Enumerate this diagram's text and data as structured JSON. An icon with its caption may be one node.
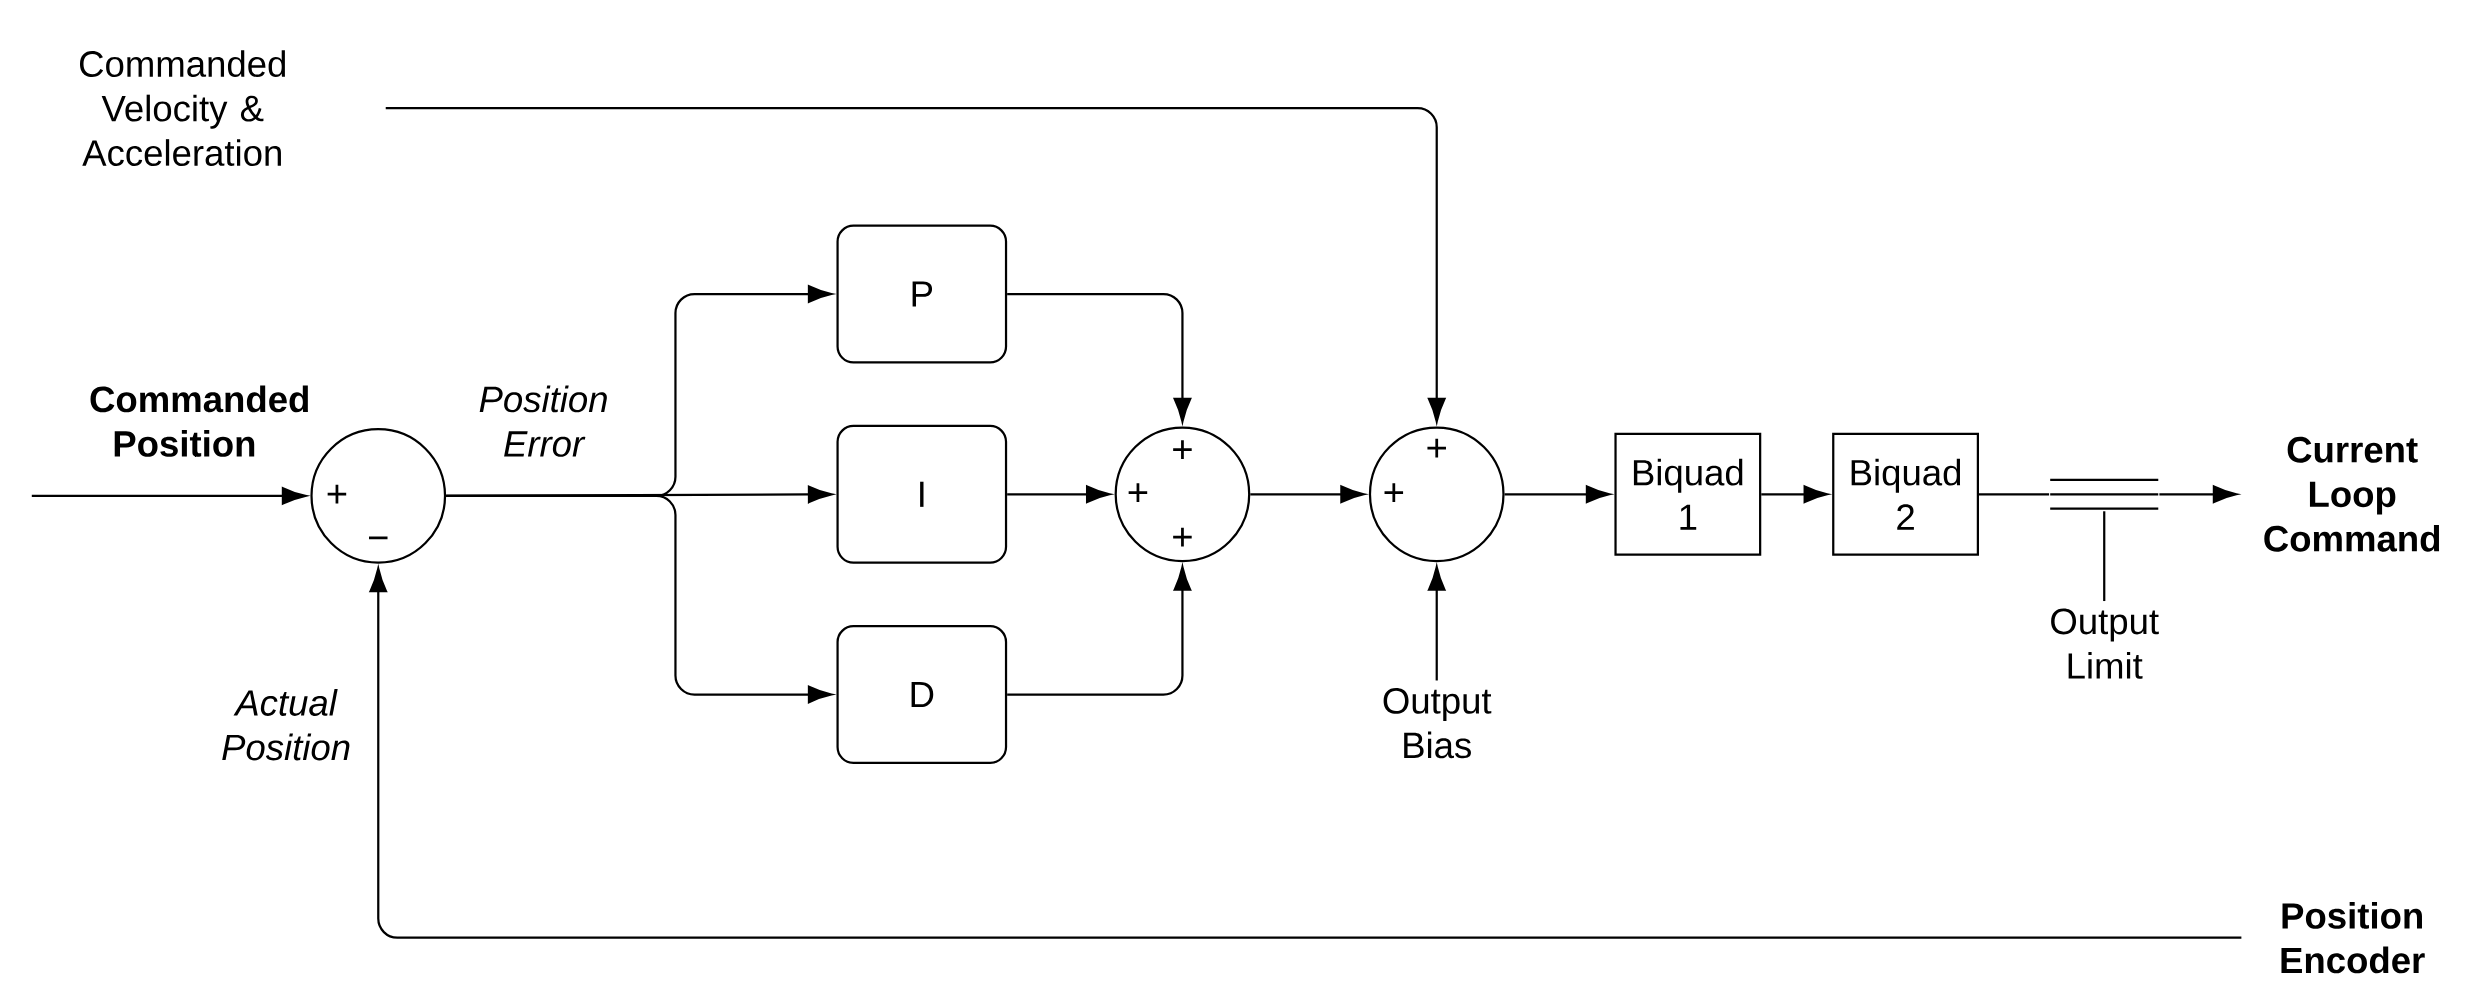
{
  "diagram": {
    "nodes": [
      {
        "text": [
          "Commanded Velocity & Acceleration"
        ]
      },
      {
        "text": [
          "+",
          "−"
        ]
      },
      {
        "text": [
          "P"
        ]
      },
      {
        "text": [
          "I"
        ]
      },
      {
        "text": [
          "D"
        ]
      },
      {
        "text": [
          "+",
          "+",
          "+"
        ]
      },
      {
        "text": [
          "+",
          "+"
        ]
      },
      {
        "text": [
          "Output Bias"
        ]
      },
      {
        "text": [
          "Biquad 1"
        ]
      },
      {
        "text": [
          "Biquad 2"
        ]
      },
      {
        "text": [],
        "shape": "bar"
      },
      {
        "text": [
          "Output Limit"
        ]
      },
      {
        "text": [
          "Current Loop Command"
        ]
      },
      {
        "text": [
          "Position Encoder"
        ]
      }
    ],
    "edges": [
      {
        "from": null,
        "to": 1,
        "arrow": "to",
        "label": "Commanded Position"
      },
      {
        "from": 1,
        "to": 2,
        "arrow": "to"
      },
      {
        "from": 1,
        "to": 3,
        "arrow": "to",
        "label": "Position Error"
      },
      {
        "from": 1,
        "to": 4,
        "arrow": "to"
      },
      {
        "from": 2,
        "to": 5,
        "arrow": "to"
      },
      {
        "from": 3,
        "to": 5,
        "arrow": "to"
      },
      {
        "from": 4,
        "to": 5,
        "arrow": "to"
      },
      {
        "from": 5,
        "to": 6,
        "arrow": "to"
      },
      {
        "from": 0,
        "to": 6,
        "arrow": "to"
      },
      {
        "from": 7,
        "to": 6,
        "arrow": "to"
      },
      {
        "from": 6,
        "to": 8,
        "arrow": "to"
      },
      {
        "from": 8,
        "to": 9,
        "arrow": "to"
      },
      {
        "from": 9,
        "to": 10,
        "arrow": "none"
      },
      {
        "from": 10,
        "to": 12,
        "arrow": "to"
      },
      {
        "from": 11,
        "to": 10,
        "arrow": "none"
      },
      {
        "from": 13,
        "to": 1,
        "arrow": "to",
        "label": "Actual Position"
      }
    ]
  }
}
